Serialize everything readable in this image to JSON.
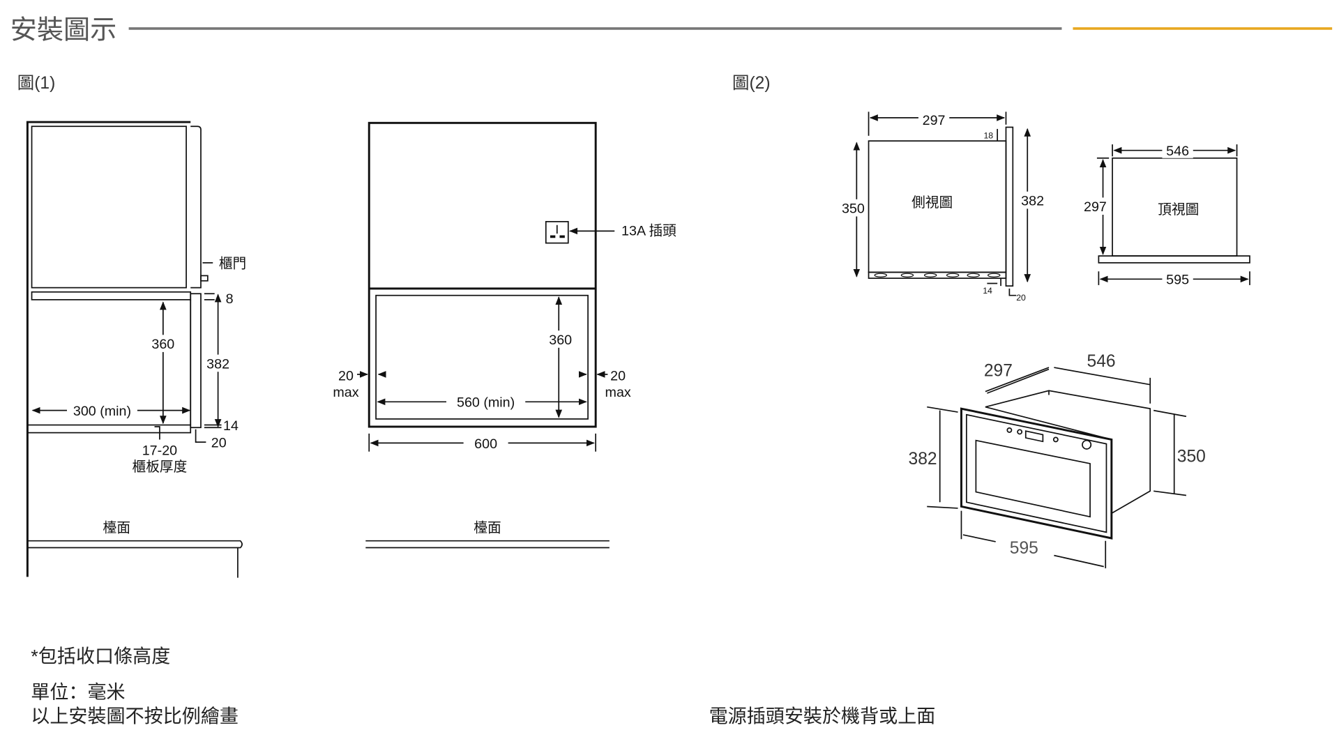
{
  "header": {
    "title": "安裝圖示",
    "accent_color": "#e8a820",
    "rule_color": "#777777"
  },
  "figure1": {
    "label": "圖(1)",
    "side": {
      "door_label": "櫃門",
      "dim_360": "360",
      "dim_382": "382",
      "dim_8": "8",
      "dim_14": "14",
      "dim_20": "20",
      "dim_width": "300 (min)",
      "panel_thickness": "17-20",
      "panel_thickness_label": "櫃板厚度",
      "countertop": "檯面"
    },
    "front": {
      "socket_label": "13A 插頭",
      "dim_360": "360",
      "dim_width": "560 (min)",
      "left_gap": "20",
      "left_gap_max": "max",
      "right_gap": "20",
      "right_gap_max": "max",
      "dim_600": "600",
      "countertop": "檯面"
    }
  },
  "figure2": {
    "label": "圖(2)",
    "side_view": {
      "title": "側視圖",
      "depth": "297",
      "height": "350",
      "total_height": "382",
      "d18": "18",
      "d14": "14",
      "d20": "20"
    },
    "top_view": {
      "title": "頂視圖",
      "width": "546",
      "depth": "297",
      "total_width": "595"
    },
    "iso": {
      "depth": "297",
      "width": "546",
      "height": "382",
      "body_height": "350",
      "front_width": "595"
    }
  },
  "notes": {
    "trim": "*包括收口條高度",
    "unit": "單位：毫米",
    "scale": "以上安裝圖不按比例繪畫",
    "power": "電源插頭安裝於機背或上面"
  }
}
